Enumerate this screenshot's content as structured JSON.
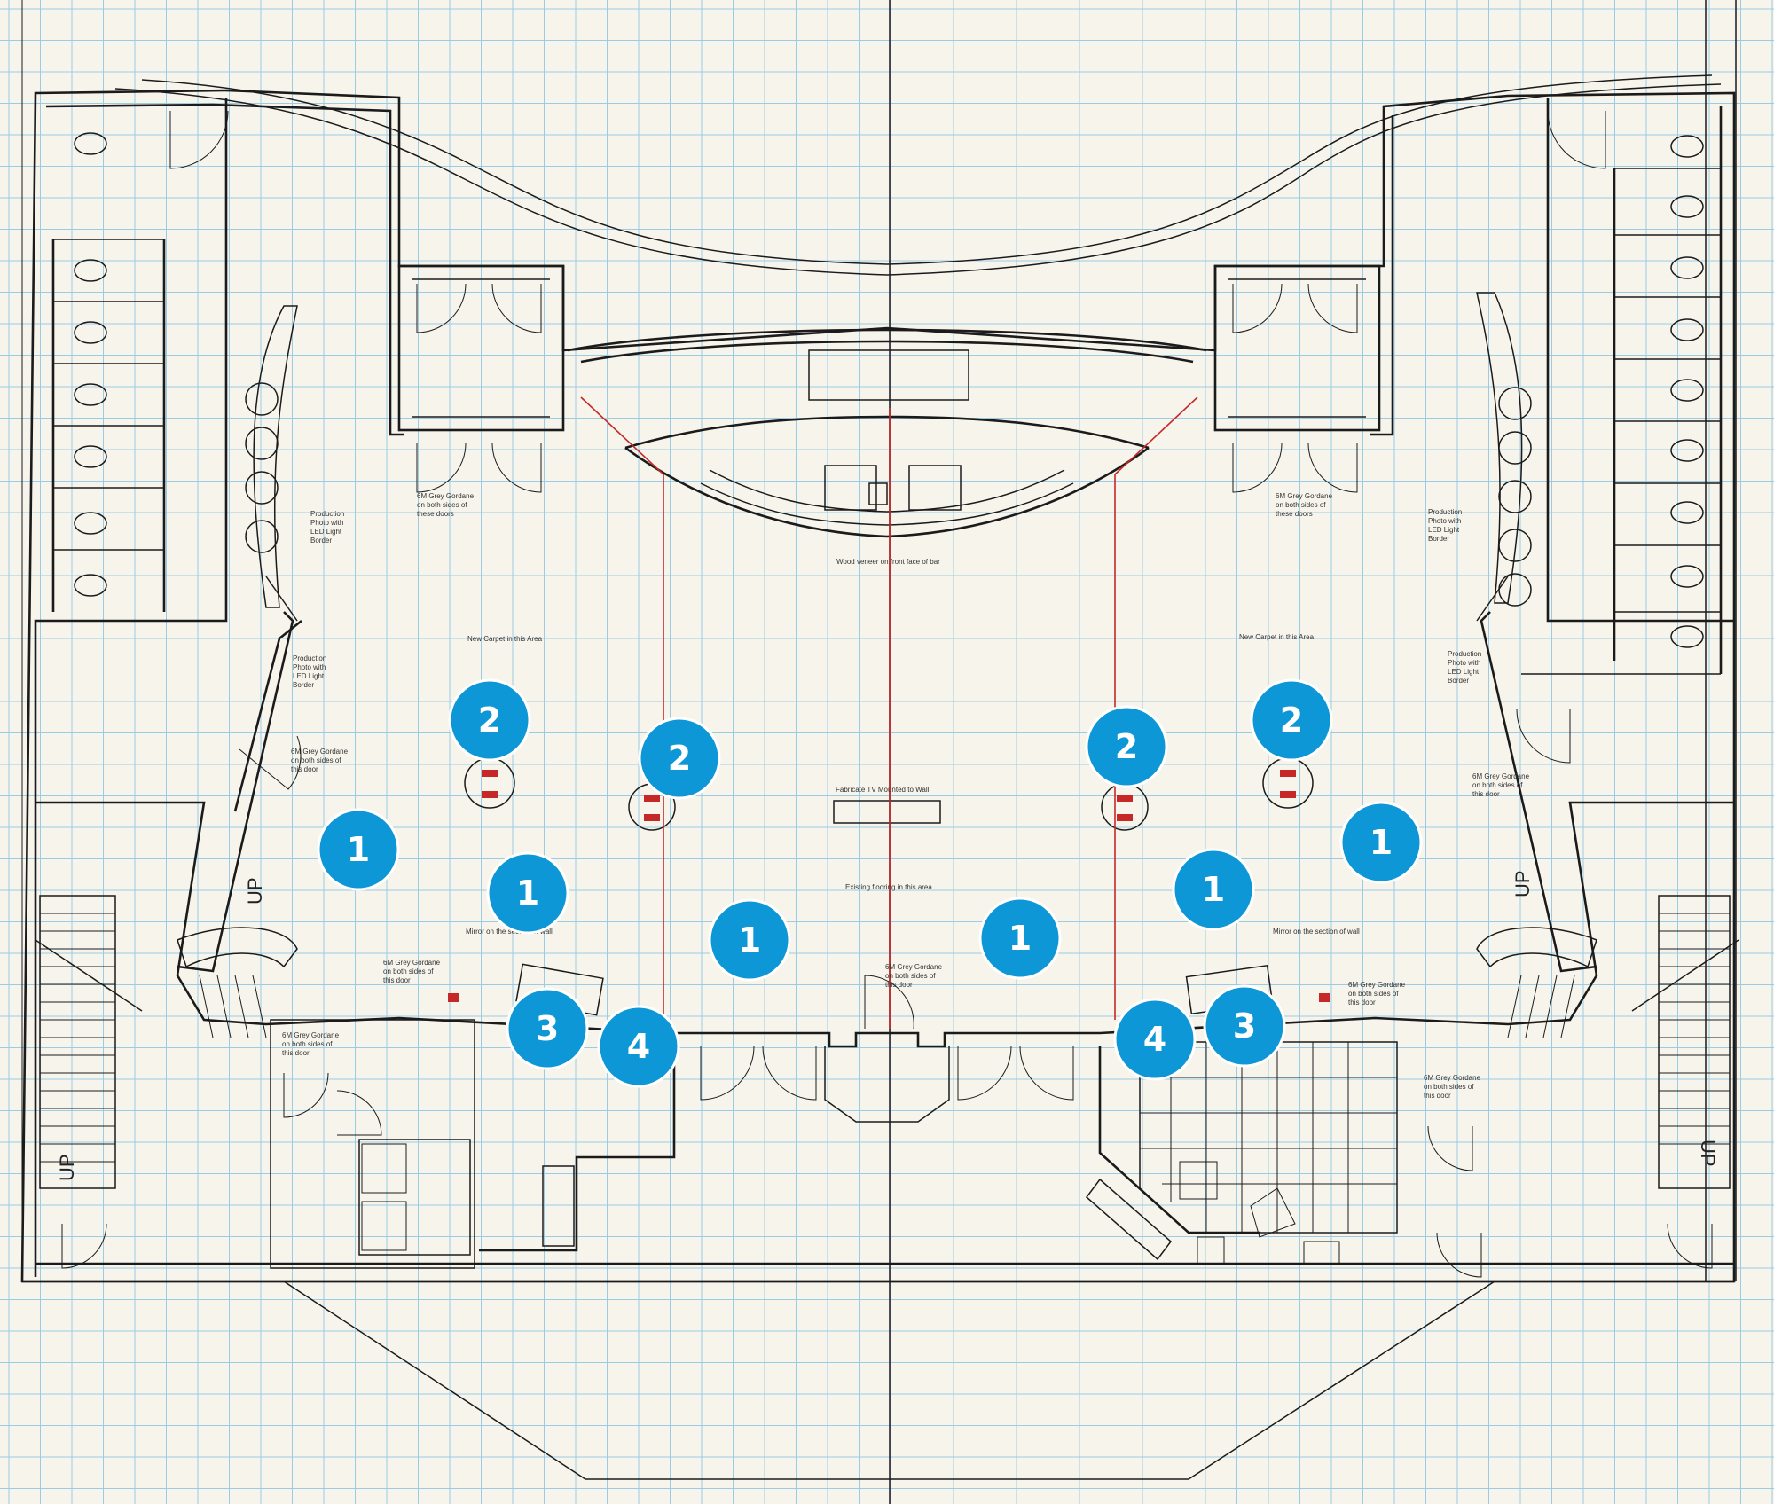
{
  "labels": {
    "up_left_stair": "UP",
    "up_right_stair": "UP",
    "up_bottom_left": "UP",
    "up_bottom_right": "UP",
    "note_left_gordane_top": "6M Grey Gordane",
    "note_left_gordane_top_2": "on both sides of",
    "note_left_gordane_top_3": "these doors",
    "note_right_gordane_top": "6M Grey Gordane",
    "note_right_gordane_top_2": "on both sides of",
    "note_right_gordane_top_3": "these doors",
    "note_production_left": "Production",
    "note_production_left_2": "Photo with",
    "note_production_left_3": "LED Light",
    "note_production_left_4": "Border",
    "note_production_right": "Production",
    "note_production_right_2": "Photo with",
    "note_production_right_3": "LED Light",
    "note_production_right_4": "Border",
    "note_wood_veneer": "Wood veneer on front face of bar",
    "note_carpet_left": "New Carpet in this Area",
    "note_carpet_right": "New Carpet in this Area",
    "note_fabricate": "Fabricate TV Mounted to Wall",
    "note_existing_floor": "Existing flooring in this area",
    "note_mirror_left": "Mirror on the section of wall",
    "note_mirror_right": "Mirror on the section of wall",
    "note_gordane_left_low": "6M Grey Gordane",
    "note_gordane_left_low_2": "on both sides of",
    "note_gordane_left_low_3": "this door",
    "note_gordane_right_low": "6M Grey Gordane",
    "note_gordane_right_low_2": "on both sides of",
    "note_gordane_right_low_3": "this door",
    "note_gordane_center": "6M Grey Gordane",
    "note_gordane_center_2": "on both sides of",
    "note_gordane_center_3": "this door",
    "note_gordane_bl": "6M Grey Gordane",
    "note_gordane_bl_2": "on both sides of",
    "note_gordane_bl_3": "this door",
    "note_gordane_br": "6M Grey Gordane",
    "note_gordane_br_2": "on both sides of",
    "note_gordane_br_3": "this door",
    "note_side_left": "6M Grey Gordane",
    "note_side_left_2": "on both sides of",
    "note_side_left_3": "this door",
    "note_side_right": "6M Grey Gordane",
    "note_side_right_2": "on both sides of",
    "note_side_right_3": "this door"
  },
  "markers": [
    "1",
    "1",
    "1",
    "1",
    "1",
    "1",
    "2",
    "2",
    "2",
    "2",
    "3",
    "3",
    "4",
    "4"
  ],
  "colors": {
    "marker": "#0e97d6",
    "grid": "#9ccbe6",
    "background": "#f7f4ec",
    "redline": "#c62828"
  }
}
